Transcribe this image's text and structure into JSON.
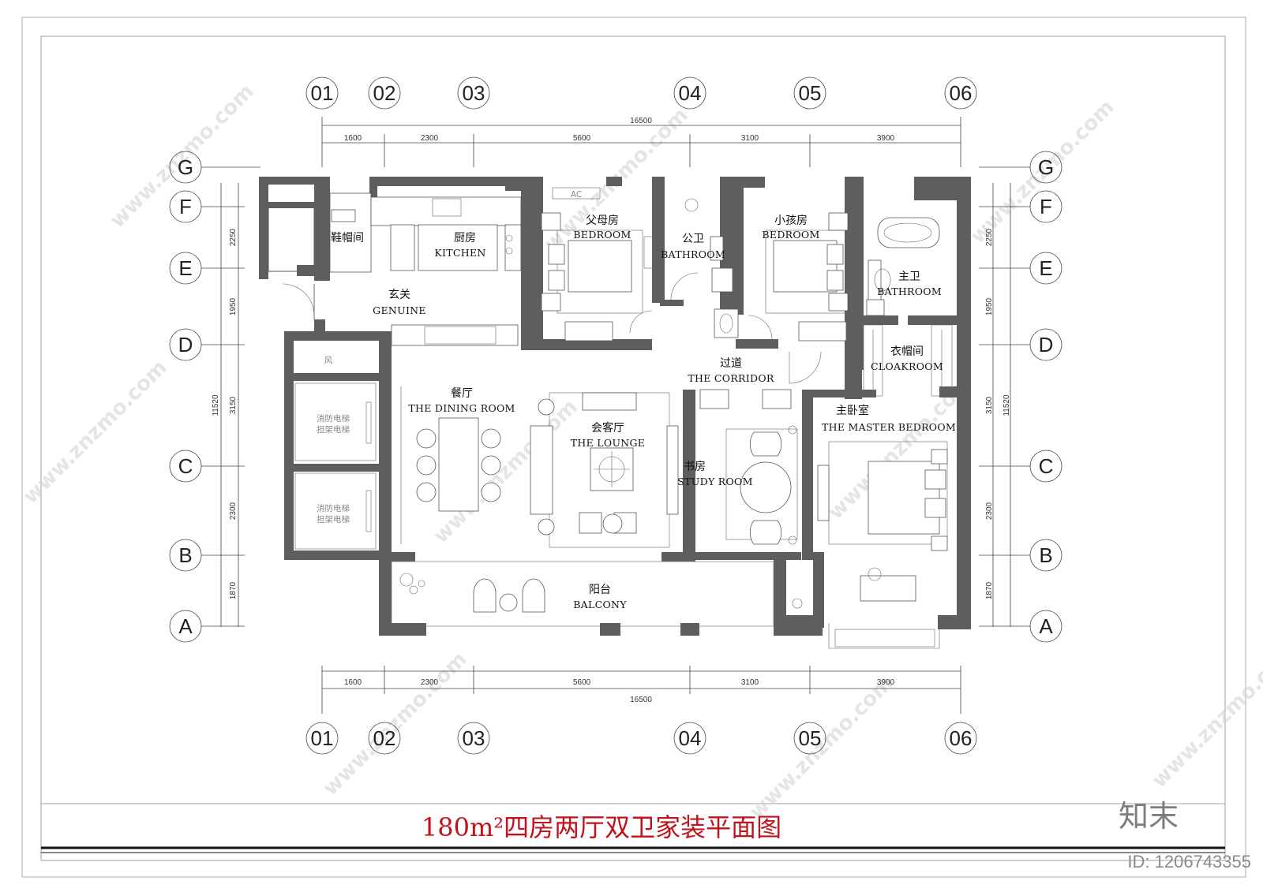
{
  "title": "180m²四房两厅双卫家装平面图",
  "grid_columns": [
    "01",
    "02",
    "03",
    "04",
    "05",
    "06"
  ],
  "grid_rows": [
    "G",
    "F",
    "E",
    "D",
    "C",
    "B",
    "A"
  ],
  "dimensions": {
    "horizontal_total": "16500",
    "horizontal_segments": [
      "1600",
      "2300",
      "5600",
      "3100",
      "3900"
    ],
    "left_vertical": [
      "2250",
      "1950",
      "3150",
      "2300",
      "1870"
    ],
    "left_vertical_outer": "11520",
    "right_vertical": [
      "2250",
      "1950",
      "3150",
      "2300",
      "1870"
    ],
    "right_vertical_outer": "11520"
  },
  "rooms": {
    "shoe_room": {
      "cn": "鞋帽间"
    },
    "kitchen": {
      "cn": "厨房",
      "en": "KITCHEN"
    },
    "entrance": {
      "cn": "玄关",
      "en": "GENUINE"
    },
    "parents_room": {
      "cn": "父母房",
      "en": "BEDROOM"
    },
    "public_bath": {
      "cn": "公卫",
      "en": "BATHROOM"
    },
    "kids_room": {
      "cn": "小孩房",
      "en": "BEDROOM"
    },
    "master_bath": {
      "cn": "主卫",
      "en": "BATHROOM"
    },
    "cloakroom": {
      "cn": "衣帽间",
      "en": "CLOAKROOM"
    },
    "corridor": {
      "cn": "过道",
      "en": "THE CORRIDOR"
    },
    "dining": {
      "cn": "餐厅",
      "en": "THE DINING ROOM"
    },
    "lounge": {
      "cn": "会客厅",
      "en": "THE LOUNGE"
    },
    "study": {
      "cn": "书房",
      "en": "STUDY ROOM"
    },
    "master_bedroom": {
      "cn": "主卧室",
      "en": "THE MASTER BEDROOM"
    },
    "balcony": {
      "cn": "阳台",
      "en": "BALCONY"
    }
  },
  "fixtures": {
    "ac_label": "AC",
    "air_shaft": "风",
    "elevator_line1": "消防电梯",
    "elevator_line2": "担架电梯"
  },
  "logo_text": "知末",
  "id_text": "ID: 1206743355",
  "watermark_text": "www.znzmo.com",
  "colors": {
    "wall": "#5e5e5e",
    "title": "#c3121b",
    "watermark": "#cfcfcf"
  }
}
